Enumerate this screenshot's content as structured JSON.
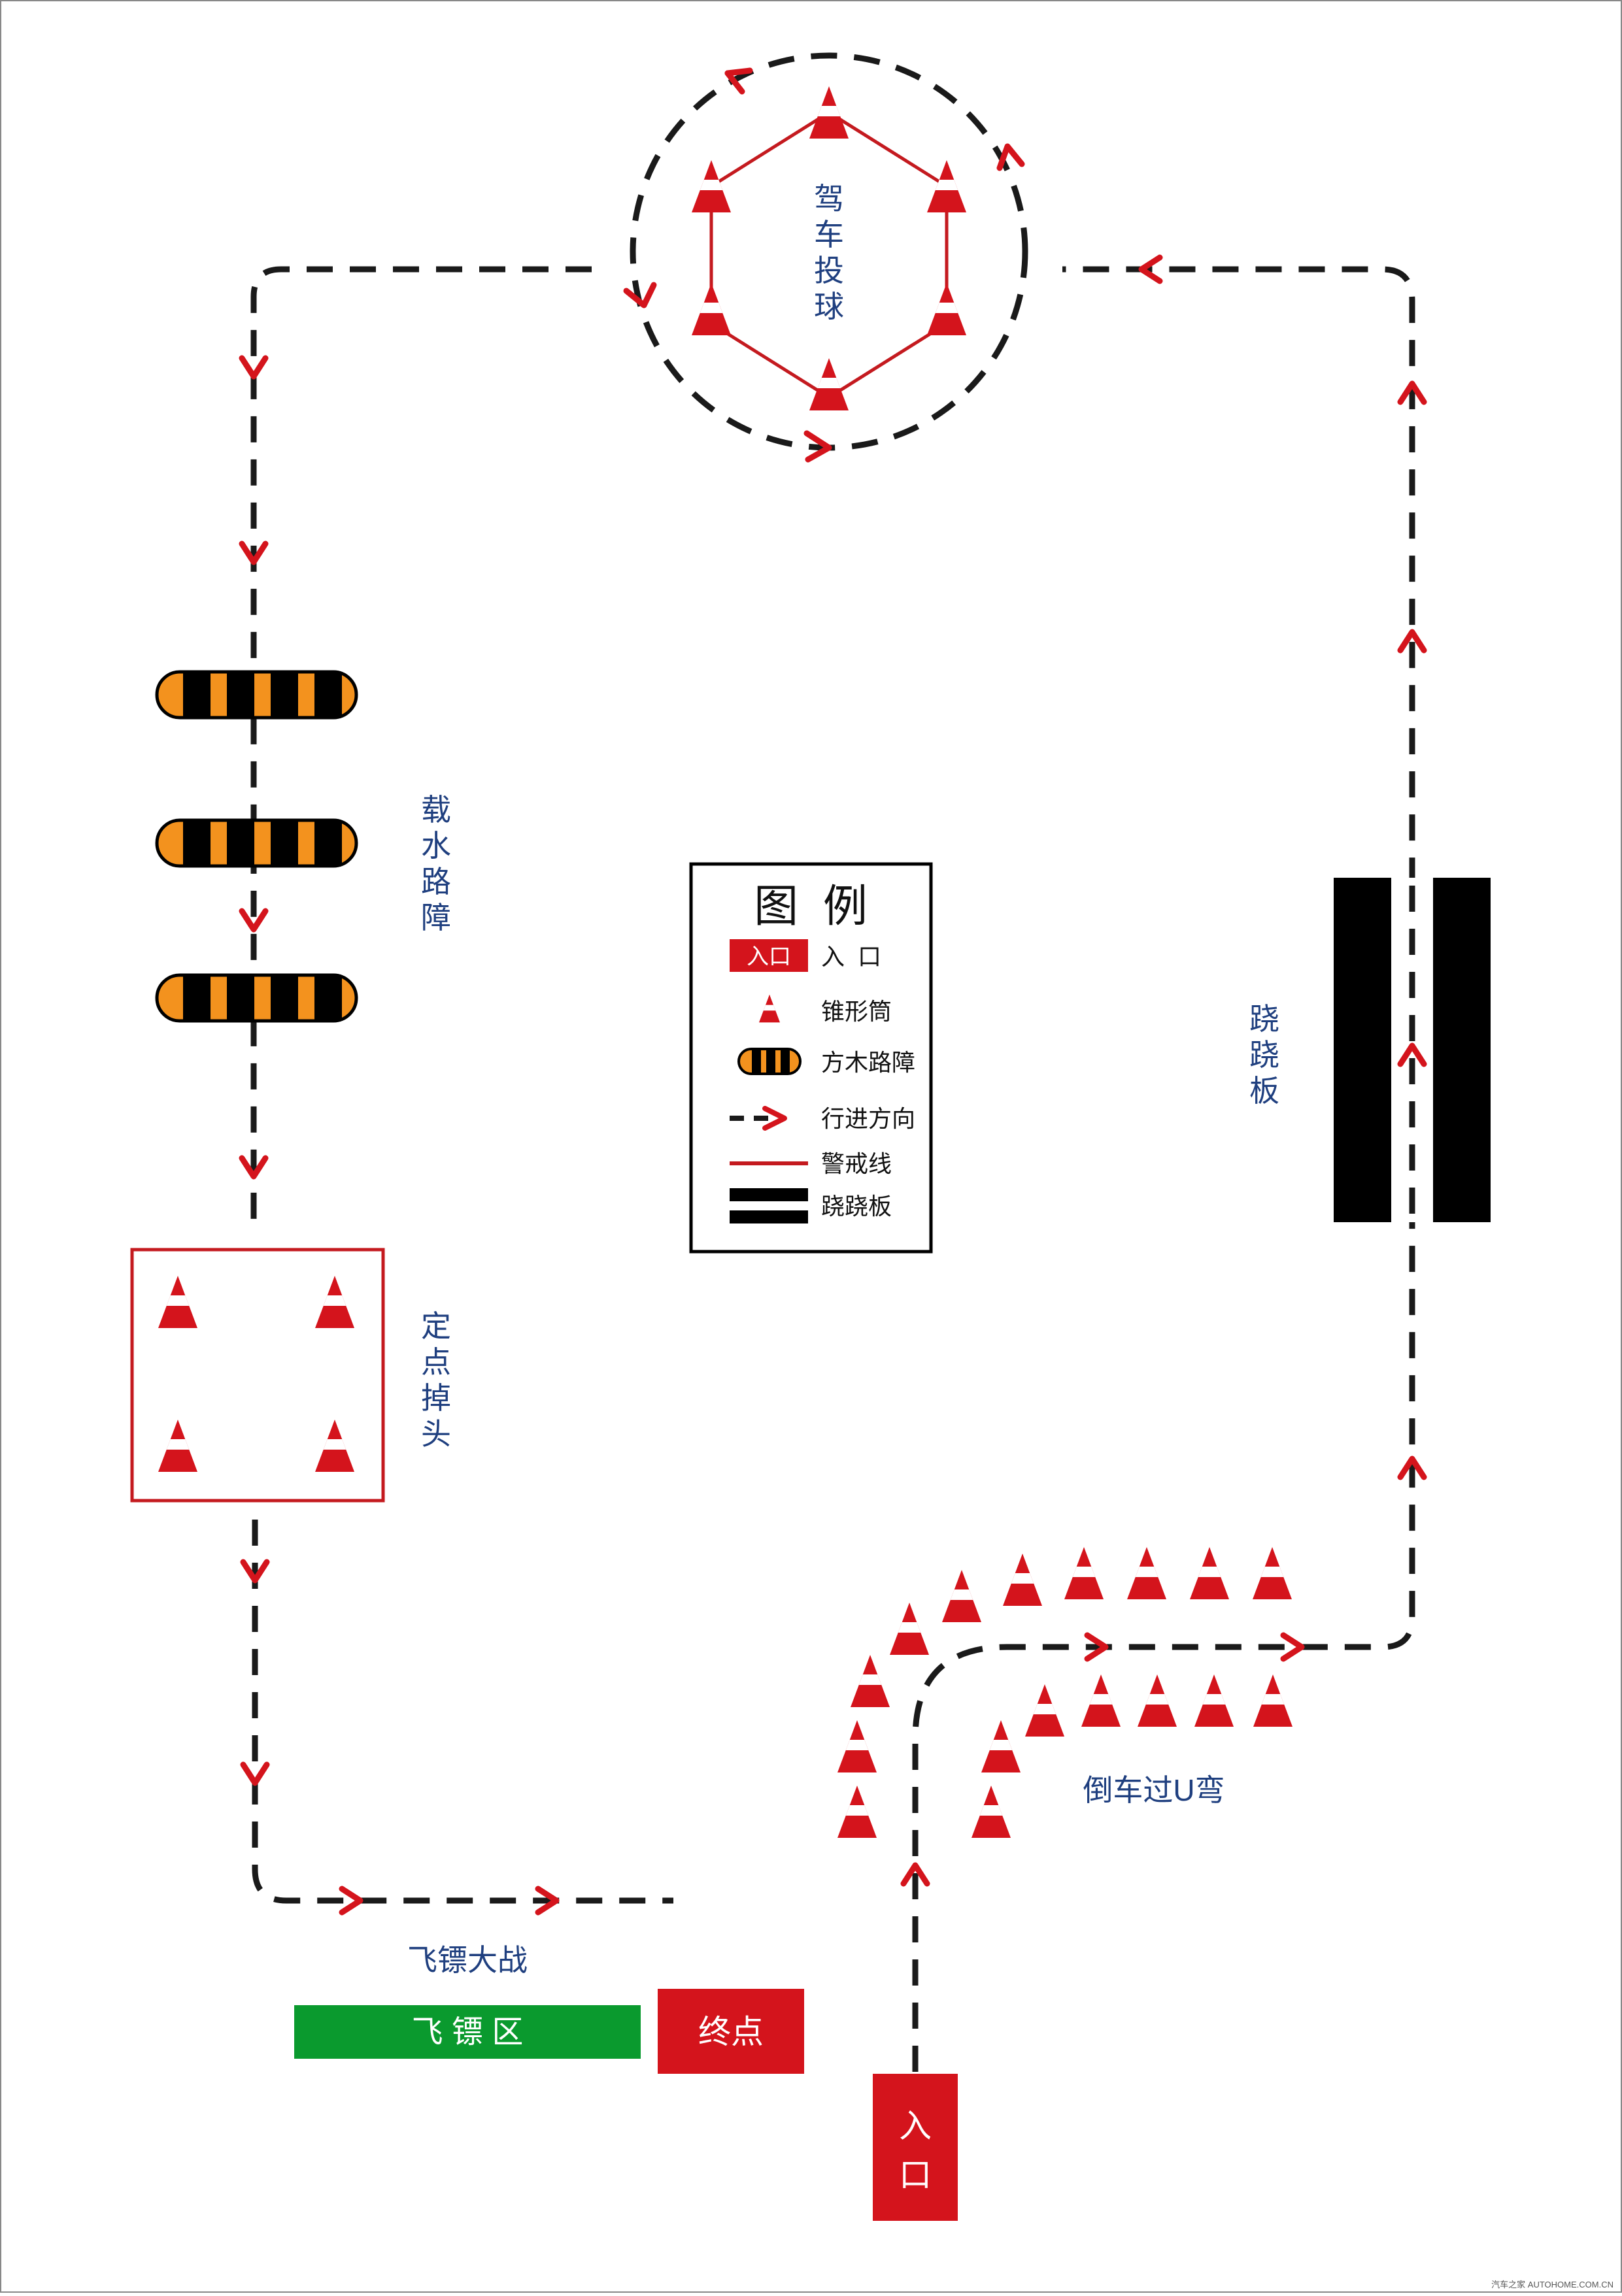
{
  "colors": {
    "path": "#1a1a1a",
    "arrow": "#d4141c",
    "cone_red": "#d4141c",
    "warning_line": "#c41a1f",
    "label_blue": "#1f3f7f",
    "barrier_orange": "#f3921e",
    "barrier_black": "#000000",
    "seesaw_black": "#000000",
    "dart_zone_green": "#0a9a2e",
    "block_red": "#d4141c"
  },
  "zones": {
    "ball_throw": {
      "label": [
        "驾",
        "车",
        "投",
        "球"
      ]
    },
    "water_barrier": {
      "label": [
        "载",
        "水",
        "路",
        "障"
      ]
    },
    "fixed_uturn": {
      "label": [
        "定",
        "点",
        "掉",
        "头"
      ]
    },
    "seesaw": {
      "label": [
        "跷",
        "跷",
        "板"
      ]
    },
    "reverse_u": {
      "label": "倒车过U弯"
    },
    "darts": {
      "label": "飞镖大战",
      "zone_text": "飞 镖 区"
    },
    "finish": {
      "text": "终点"
    },
    "entrance": {
      "text": [
        "入",
        "口"
      ]
    }
  },
  "legend": {
    "title": "图  例",
    "items": [
      {
        "icon": "entrance-badge-icon",
        "badge": "入口",
        "text": "入  口"
      },
      {
        "icon": "cone-icon",
        "text": "锥形筒"
      },
      {
        "icon": "wood-barrier-icon",
        "text": "方木路障"
      },
      {
        "icon": "direction-arrow-icon",
        "text": "行进方向"
      },
      {
        "icon": "warning-line-icon",
        "text": "警戒线"
      },
      {
        "icon": "seesaw-icon",
        "text": "跷跷板"
      }
    ]
  },
  "watermark": "汽车之家 AUTOHOME.COM.CN"
}
